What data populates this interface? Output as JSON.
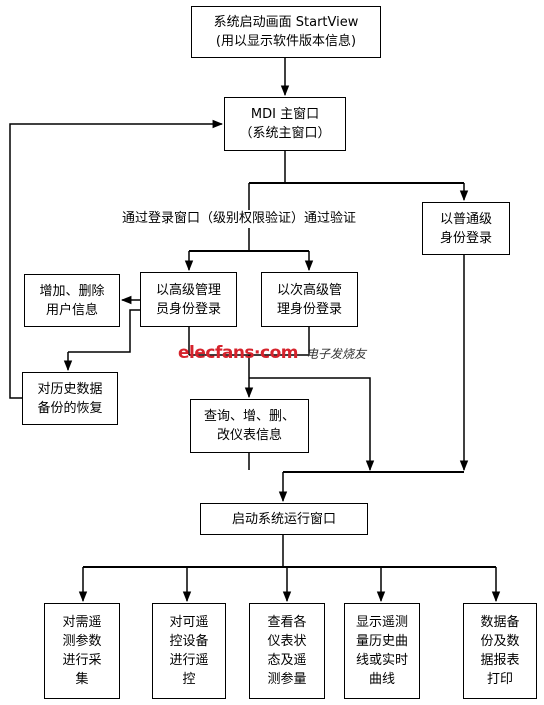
{
  "nodes": {
    "startview": "系统启动画面 StartView\n(用以显示软件版本信息)",
    "mdi": "MDI 主窗口\n（系统主窗口）",
    "verify": "通过登录窗口（级别权限验证）通过验证",
    "normal": "以普通级\n身份登录",
    "adduser": "增加、删除\n用户信息",
    "senior": "以高级管理\n员身份登录",
    "subsenior": "以次高级管\n理身份登录",
    "restore": "对历史数据\n备份的恢复",
    "query": "查询、增、删、\n改仪表信息",
    "runwin": "启动系统运行窗口",
    "b1": "对需遥\n测参数\n进行采\n集",
    "b2": "对可遥\n控设备\n进行遥\n控",
    "b3": "查看各\n仪表状\n态及遥\n测参量",
    "b4": "显示遥测\n量历史曲\n线或实时\n曲线",
    "b5": "数据备\n份及数\n据报表\n打印"
  },
  "watermark": {
    "logo": "elecfans·com",
    "sub": "电子发烧友"
  }
}
